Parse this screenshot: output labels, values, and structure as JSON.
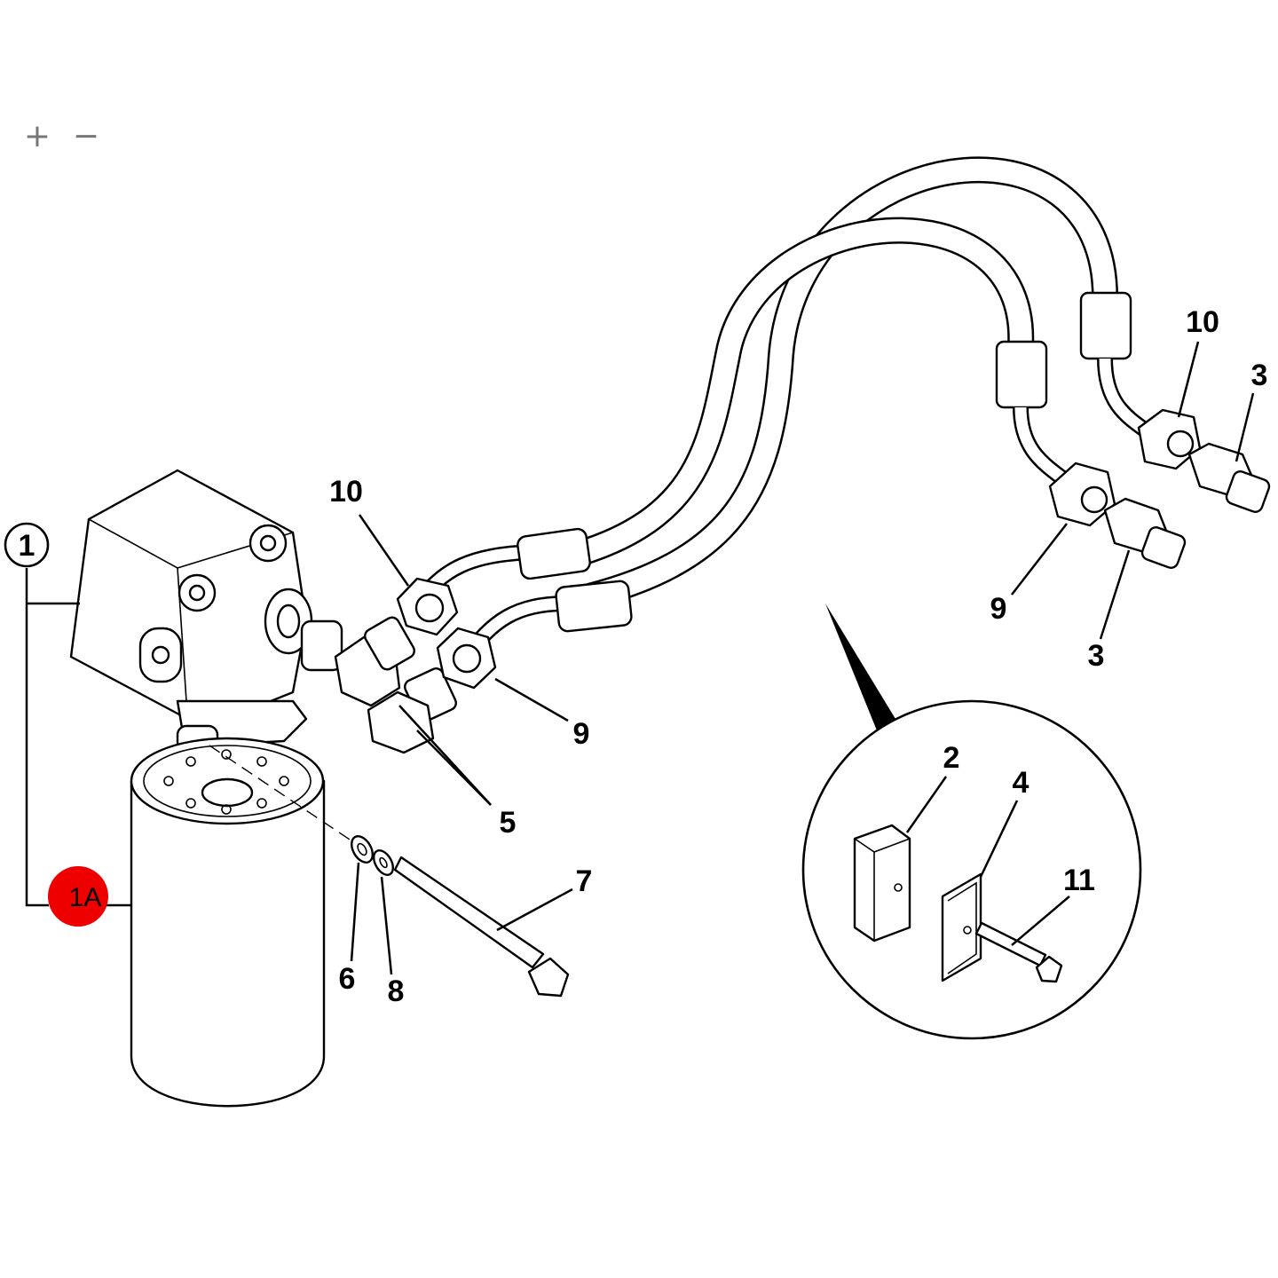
{
  "toolbar": {
    "zoom_in": "+",
    "zoom_out": "−"
  },
  "callouts": {
    "c1": "1",
    "c1a": "1A",
    "c2": "2",
    "c3a": "3",
    "c3b": "3",
    "c4": "4",
    "c5": "5",
    "c6": "6",
    "c7": "7",
    "c8": "8",
    "c9a": "9",
    "c9b": "9",
    "c10a": "10",
    "c10b": "10",
    "c11": "11"
  },
  "colors": {
    "highlight": "#ee0000",
    "line": "#000000",
    "toolbar": "#777777"
  }
}
